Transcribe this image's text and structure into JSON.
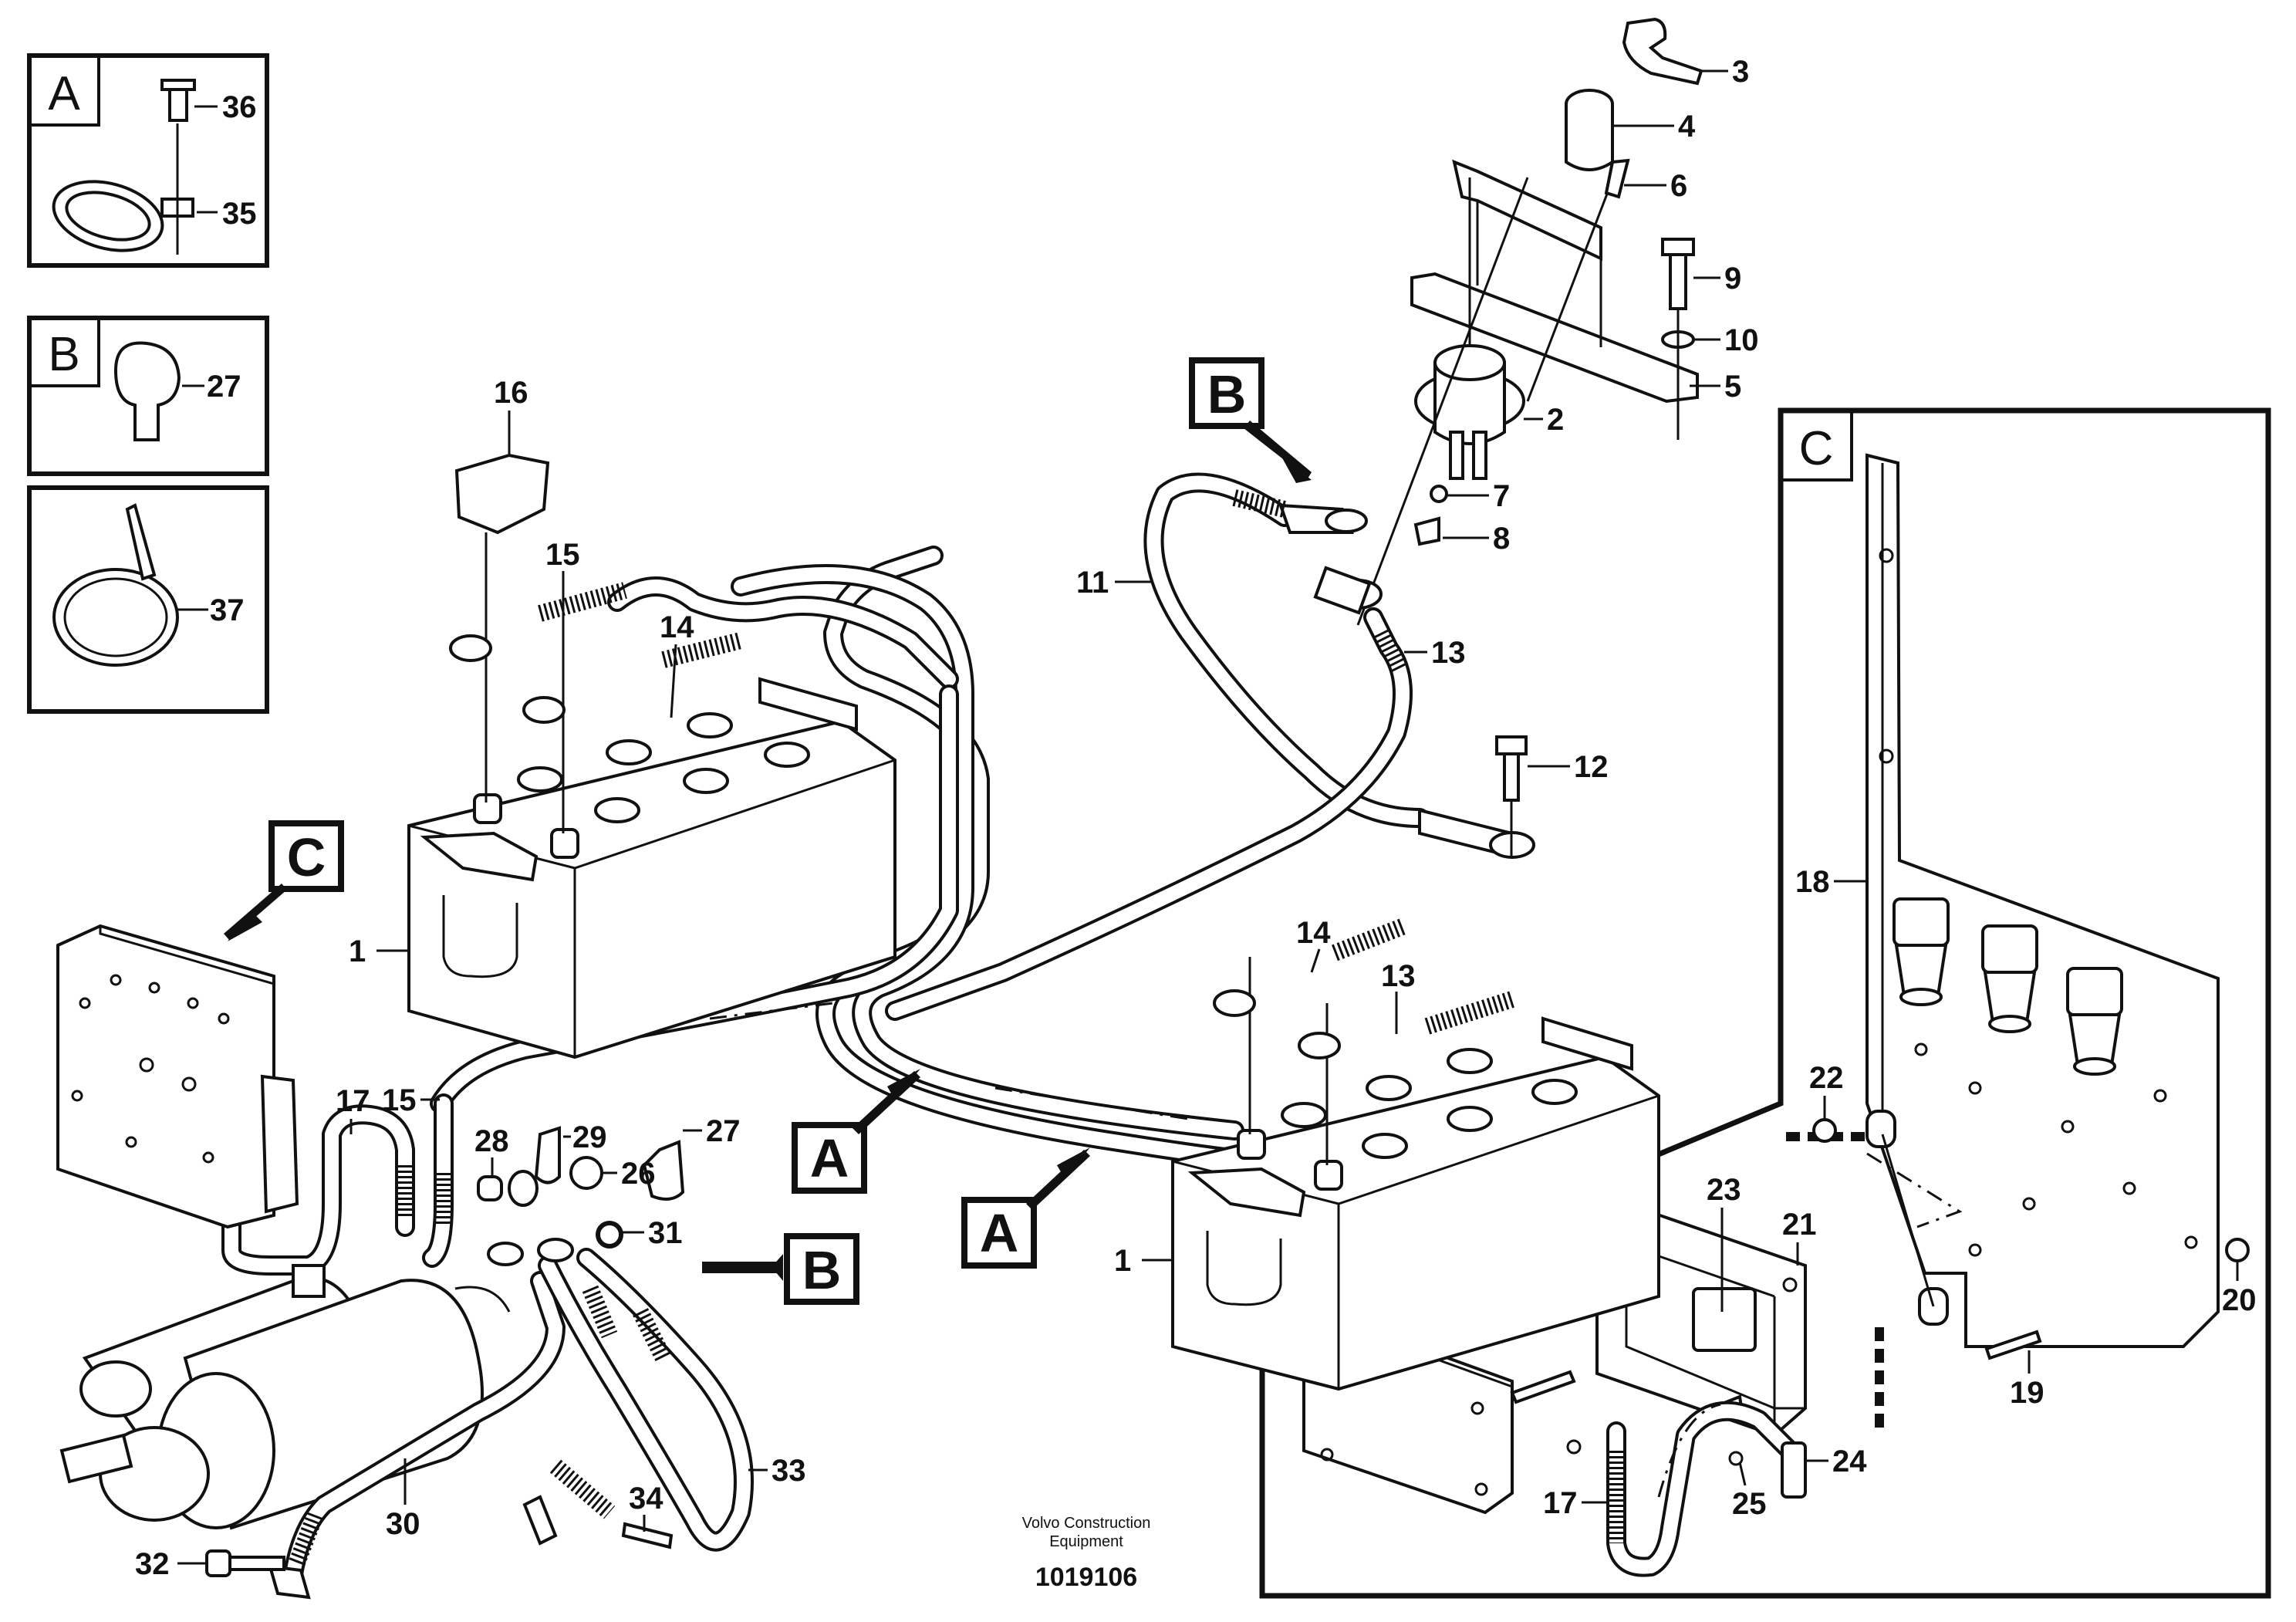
{
  "inset_boxes": [
    {
      "letter": "A",
      "labels": [
        "36",
        "35"
      ]
    },
    {
      "letter": "B",
      "labels": [
        "27"
      ]
    },
    {
      "letter": "",
      "labels": [
        "37"
      ]
    },
    {
      "letter": "C",
      "labels": []
    }
  ],
  "callouts": {
    "b_top": "B",
    "c_left": "C",
    "a_mid": "A",
    "a_lower": "A",
    "b_right": "B"
  },
  "part_numbers": {
    "p1a": "1",
    "p1b": "1",
    "p2": "2",
    "p3": "3",
    "p4": "4",
    "p5": "5",
    "p6": "6",
    "p7": "7",
    "p8": "8",
    "p9": "9",
    "p10": "10",
    "p11": "11",
    "p12": "12",
    "p13a": "13",
    "p13b": "13",
    "p14a": "14",
    "p14b": "14",
    "p15a": "15",
    "p15b": "15",
    "p16": "16",
    "p17a": "17",
    "p17b": "17",
    "p18": "18",
    "p19": "19",
    "p20": "20",
    "p21": "21",
    "p22": "22",
    "p23": "23",
    "p24": "24",
    "p25": "25",
    "p26": "26",
    "p27b": "27",
    "p28": "28",
    "p29": "29",
    "p30": "30",
    "p31": "31",
    "p32": "32",
    "p33": "33",
    "p34": "34"
  },
  "caption": {
    "line1": "Volvo Construction",
    "line2": "Equipment",
    "doc_number": "1019106"
  }
}
